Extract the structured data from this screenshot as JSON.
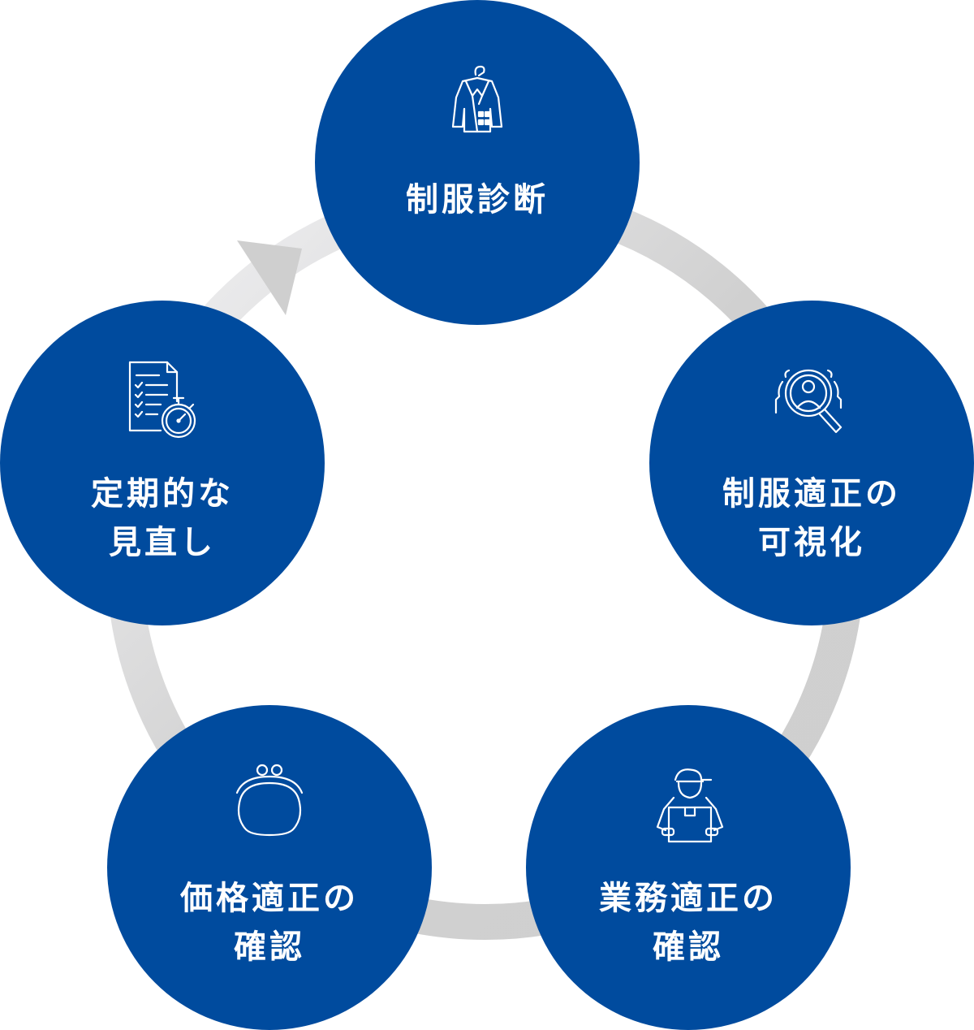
{
  "cycle": {
    "steps": [
      {
        "id": "diagnosis",
        "icon": "jacket-on-hanger-icon",
        "lines": [
          "制服診断"
        ]
      },
      {
        "id": "visualization",
        "icon": "magnifier-person-icon",
        "lines": [
          "制服適正の",
          "可視化"
        ]
      },
      {
        "id": "business-check",
        "icon": "delivery-worker-box-icon",
        "lines": [
          "業務適正の",
          "確認"
        ]
      },
      {
        "id": "price-check",
        "icon": "coin-purse-icon",
        "lines": [
          "価格適正の",
          "確認"
        ]
      },
      {
        "id": "periodic-review",
        "icon": "checklist-stopwatch-icon",
        "lines": [
          "定期的な",
          "見直し"
        ]
      }
    ],
    "colors": {
      "node": "#004b9e",
      "ring": "#d4d4d4",
      "ring_light": "#eeeeee",
      "text": "#ffffff"
    }
  }
}
